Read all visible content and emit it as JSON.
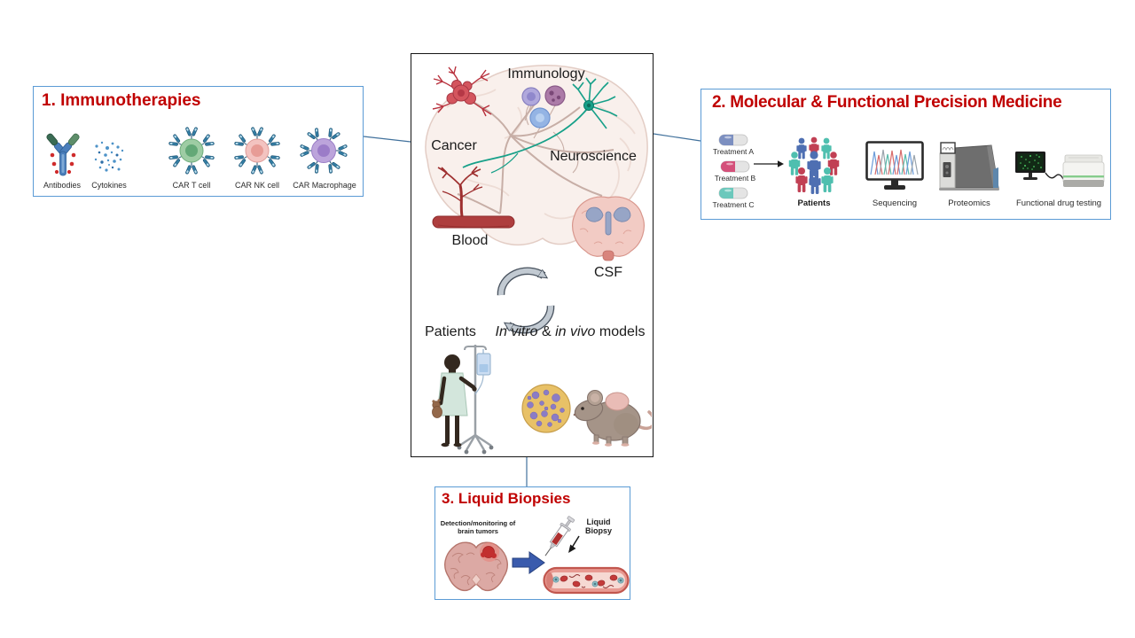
{
  "colors": {
    "title_red": "#C00000",
    "box_border_blue": "#5B9BD5",
    "connector_blue": "#41719C",
    "central_border": "#151515"
  },
  "left_box": {
    "title": "1. Immunotherapies",
    "items": [
      {
        "label": "Antibodies"
      },
      {
        "label": "Cytokines"
      },
      {
        "label": "CAR T cell"
      },
      {
        "label": "CAR NK cell"
      },
      {
        "label": "CAR Macrophage"
      }
    ]
  },
  "right_box": {
    "title": "2. Molecular & Functional Precision Medicine",
    "treatments": [
      {
        "label": "Treatment A"
      },
      {
        "label": "Treatment B"
      },
      {
        "label": "Treatment C"
      }
    ],
    "stations": [
      {
        "label": "Patients"
      },
      {
        "label": "Sequencing"
      },
      {
        "label": "Proteomics"
      },
      {
        "label": "Functional drug testing"
      }
    ]
  },
  "bottom_box": {
    "title": "3. Liquid Biopsies",
    "detection_label": "Detection/monitoring of brain tumors",
    "biopsy_label": "Liquid Biopsy"
  },
  "central_panel": {
    "labels": {
      "immunology": "Immunology",
      "cancer": "Cancer",
      "neuroscience": "Neuroscience",
      "blood": "Blood",
      "csf": "CSF",
      "patients": "Patients"
    },
    "models_label": {
      "italic1": "In vitro",
      "amp": " & ",
      "italic2": "in vivo",
      "rest": " models"
    }
  }
}
